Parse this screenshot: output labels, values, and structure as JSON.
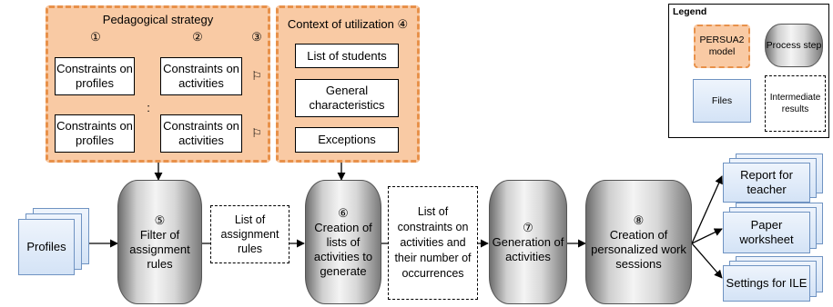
{
  "strategy": {
    "title": "Pedagogical strategy",
    "num1": "①",
    "num2": "②",
    "num3": "③",
    "row1_profiles": "Constraints on profiles",
    "row1_activities": "Constraints on activities",
    "row2_profiles": "Constraints on profiles",
    "row2_activities": "Constraints on activities",
    "ellipsis": ":",
    "flag1": "⚐",
    "flag2": "⚐"
  },
  "context": {
    "title": "Context of utilization ④",
    "items": [
      "List of students",
      "General characteristics",
      "Exceptions"
    ]
  },
  "profiles": {
    "label": "Profiles"
  },
  "process": {
    "p5": {
      "num": "⑤",
      "label": "Filter of assignment rules"
    },
    "p6": {
      "num": "⑥",
      "label": "Creation of lists of activities to generate"
    },
    "p7": {
      "num": "⑦",
      "label": "Generation of activities"
    },
    "p8": {
      "num": "⑧",
      "label": "Creation of personalized work sessions"
    }
  },
  "intermediate": {
    "rules": "List of assignment rules",
    "constraints": "List of constraints on activities and their number of occurrences"
  },
  "outputs": [
    "Report for teacher",
    "Paper worksheet",
    "Settings for ILE"
  ],
  "legend": {
    "title": "Legend",
    "model": "PERSUA2 model",
    "process": "Process step",
    "files": "Files",
    "intermediate": "Intermediate results"
  },
  "colors": {
    "model_fill": "#f9caa4",
    "model_border": "#e8914a",
    "file_border": "#6f93c2",
    "file_fill": "#d4e3f6"
  }
}
